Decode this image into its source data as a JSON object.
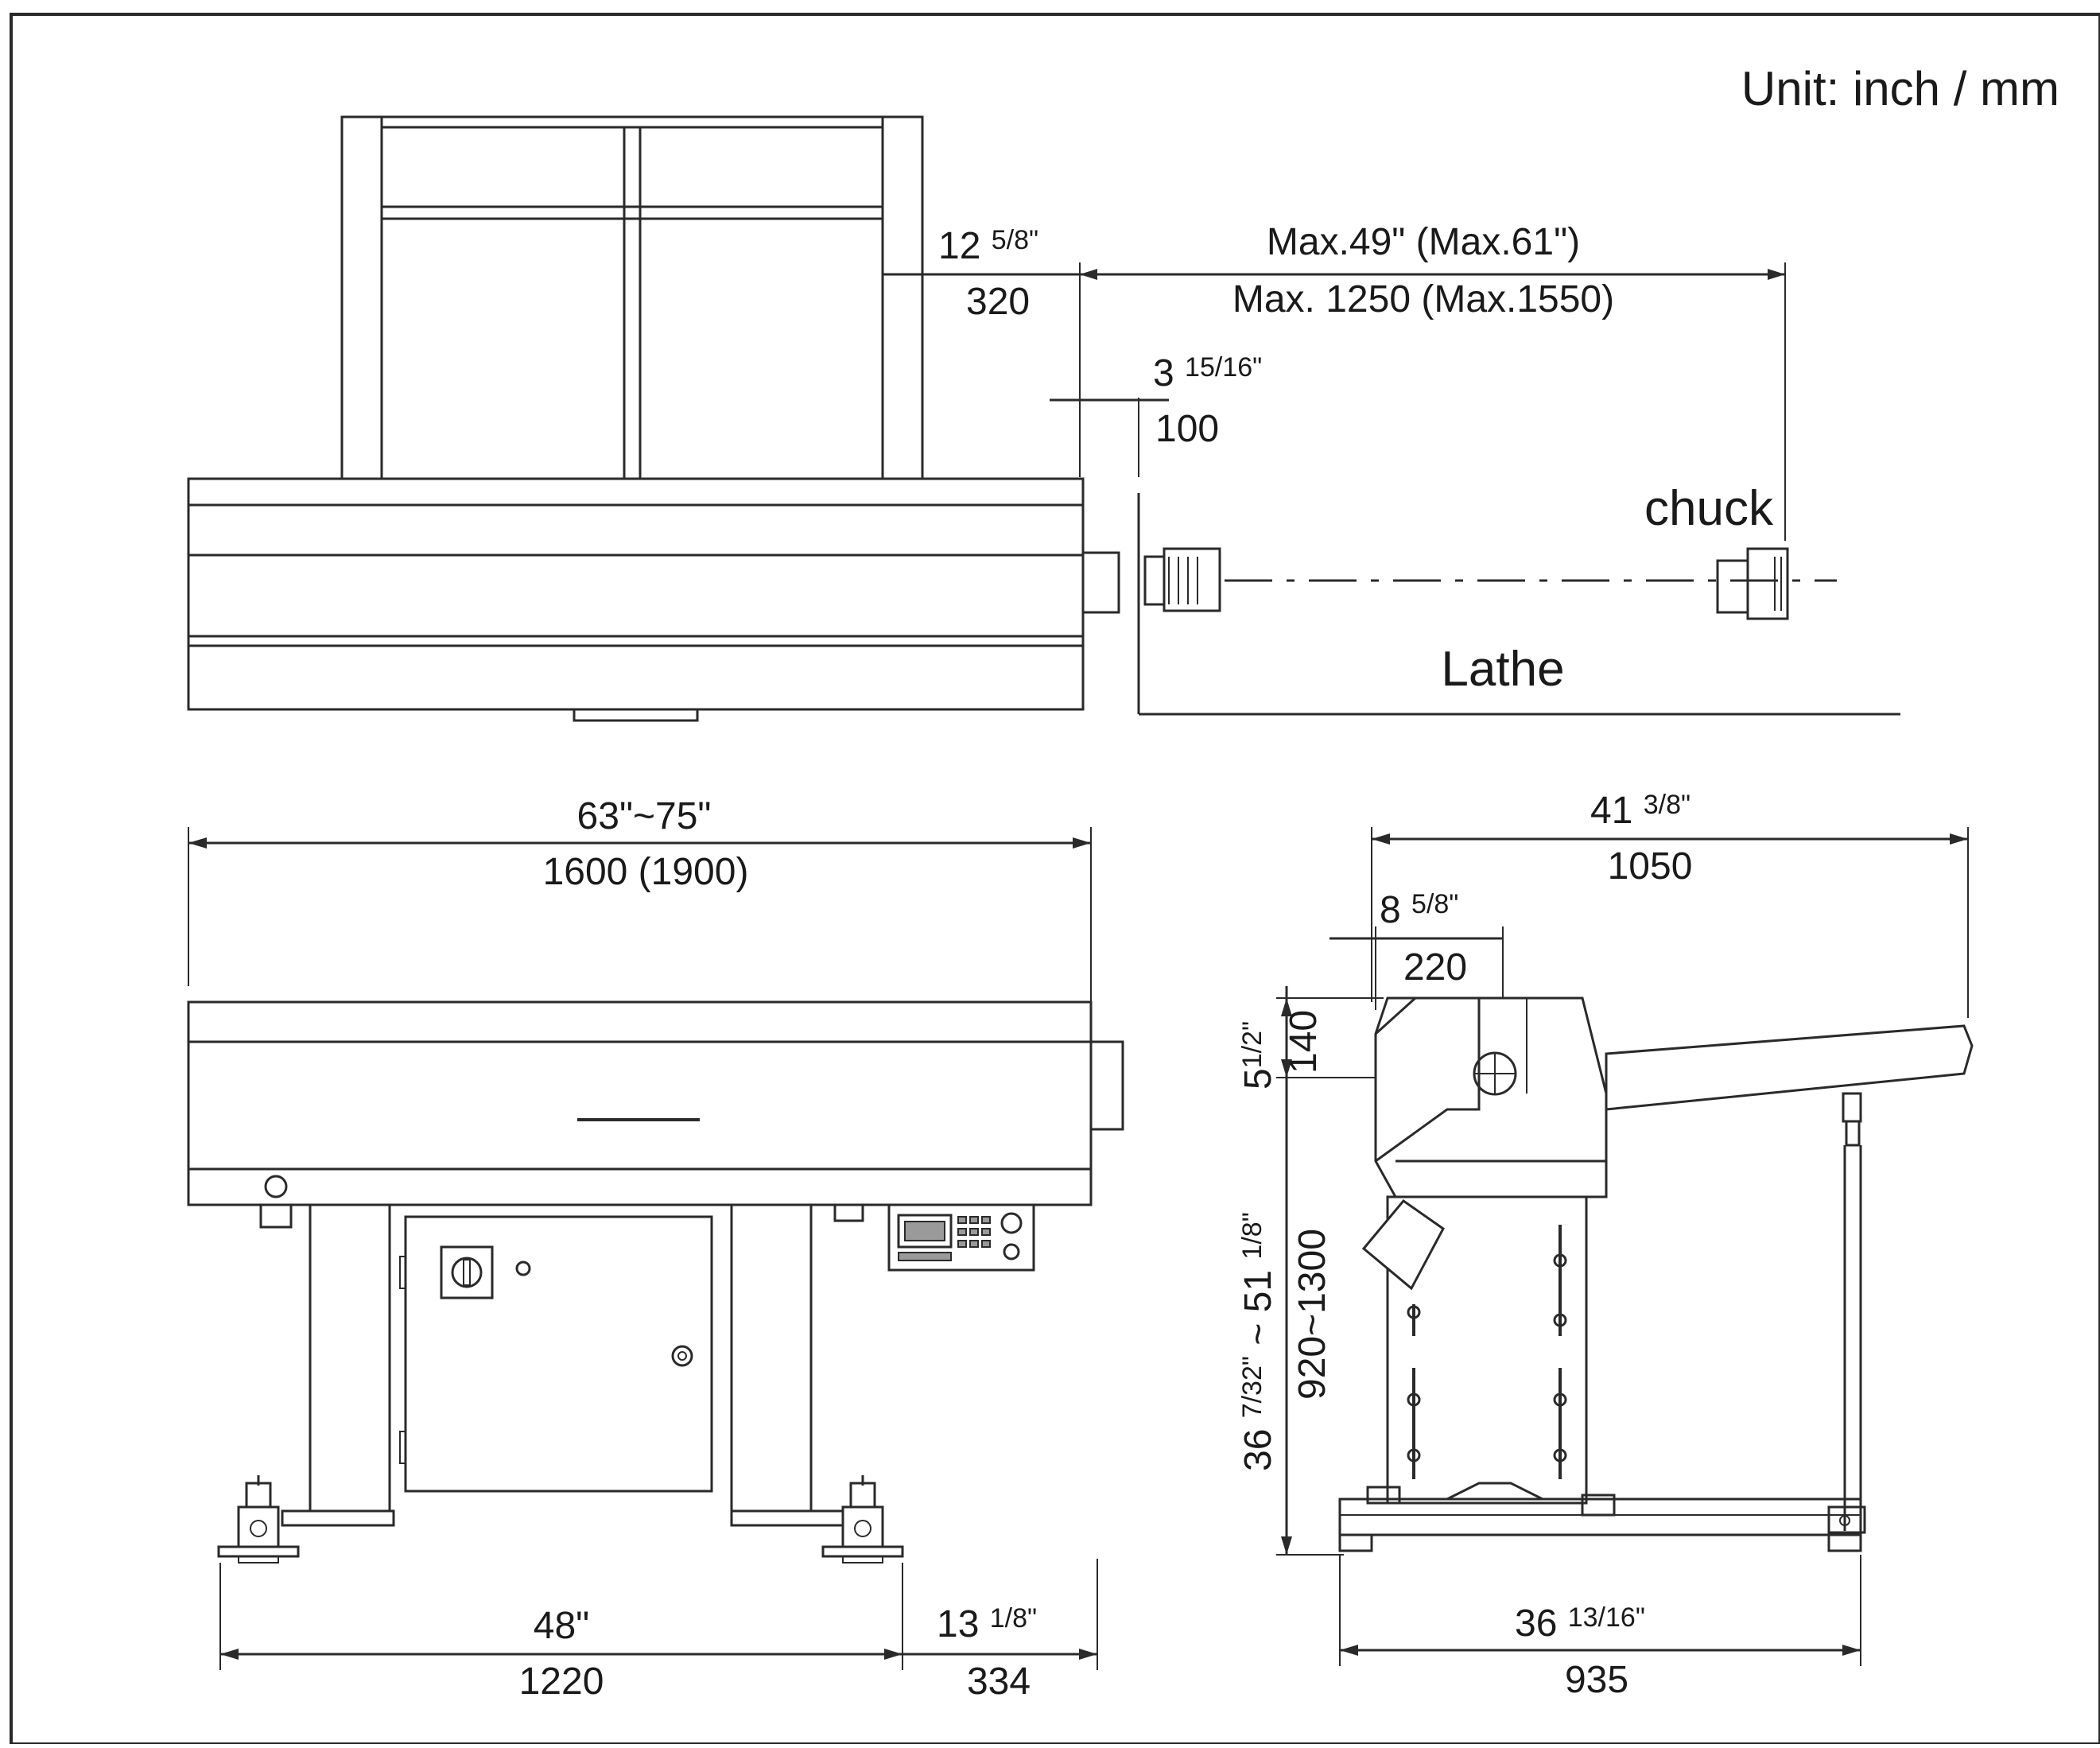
{
  "unit_label": "Unit: inch / mm",
  "top_view": {
    "dim_frame_offset_in": "12 5/8\"",
    "dim_frame_offset_in_main": "12",
    "dim_frame_offset_in_frac": "5/8\"",
    "dim_frame_offset_mm": "320",
    "dim_max_in": "Max.49\" (Max.61\")",
    "dim_max_mm": "Max. 1250 (Max.1550)",
    "dim_gap_in_main": "3",
    "dim_gap_in_frac": "15/16\"",
    "dim_gap_mm": "100",
    "chuck_label": "chuck",
    "lathe_label": "Lathe"
  },
  "front_view": {
    "dim_length_in": "63\"~75\"",
    "dim_length_mm": "1600 (1900)",
    "dim_base_in": "48\"",
    "dim_base_mm": "1220",
    "dim_overhang_in_main": "13",
    "dim_overhang_in_frac": "1/8\"",
    "dim_overhang_mm": "334"
  },
  "side_view": {
    "dim_width_in_main": "41",
    "dim_width_in_frac": "3/8\"",
    "dim_width_mm": "1050",
    "dim_center_in_main": "8",
    "dim_center_in_frac": "5/8\"",
    "dim_center_mm": "220",
    "dim_top_in_main": "5",
    "dim_top_in_frac": "1/2\"",
    "dim_top_mm": "140",
    "dim_height_in_a": "36",
    "dim_height_in_a_frac": "7/32\"",
    "dim_height_in_sep": "~ 51",
    "dim_height_in_b_frac": "1/8\"",
    "dim_height_mm": "920~1300",
    "dim_footprint_in_main": "36",
    "dim_footprint_in_frac": "13/16\"",
    "dim_footprint_mm": "935"
  }
}
